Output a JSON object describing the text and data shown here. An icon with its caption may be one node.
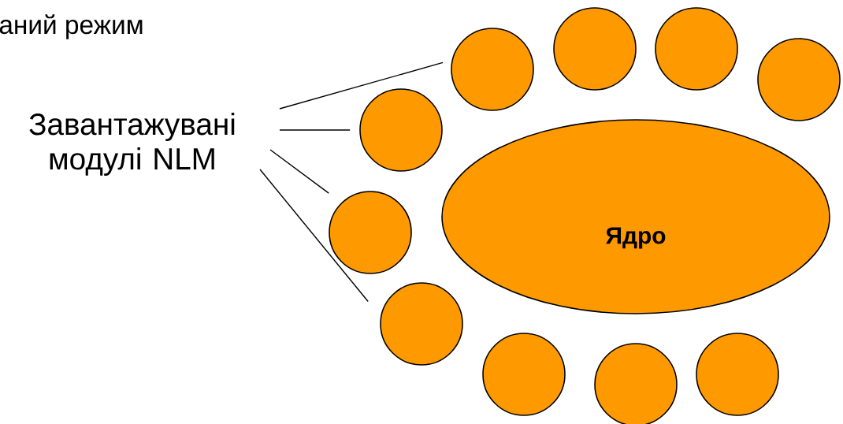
{
  "diagram": {
    "nodes": [
      {
        "text": [
          "Завантажувані модулі NLM"
        ]
      },
      {
        "text": [
          "Ядро"
        ]
      },
      {
        "text": [],
        "shape": "circle"
      },
      {
        "text": [],
        "shape": "circle"
      },
      {
        "text": [],
        "shape": "circle"
      },
      {
        "text": [],
        "shape": "circle"
      },
      {
        "text": [],
        "shape": "circle"
      },
      {
        "text": [],
        "shape": "circle"
      },
      {
        "text": [],
        "shape": "circle"
      },
      {
        "text": [],
        "shape": "circle"
      },
      {
        "text": [],
        "shape": "circle"
      },
      {
        "text": [],
        "shape": "circle"
      }
    ],
    "edges": [
      {
        "from": 0,
        "to": 2,
        "arrow": "none"
      },
      {
        "from": 0,
        "to": 6,
        "arrow": "none"
      },
      {
        "from": 0,
        "to": 7,
        "arrow": "none"
      },
      {
        "from": 0,
        "to": 8,
        "arrow": "none"
      }
    ],
    "labels": [
      "аний режим"
    ]
  }
}
